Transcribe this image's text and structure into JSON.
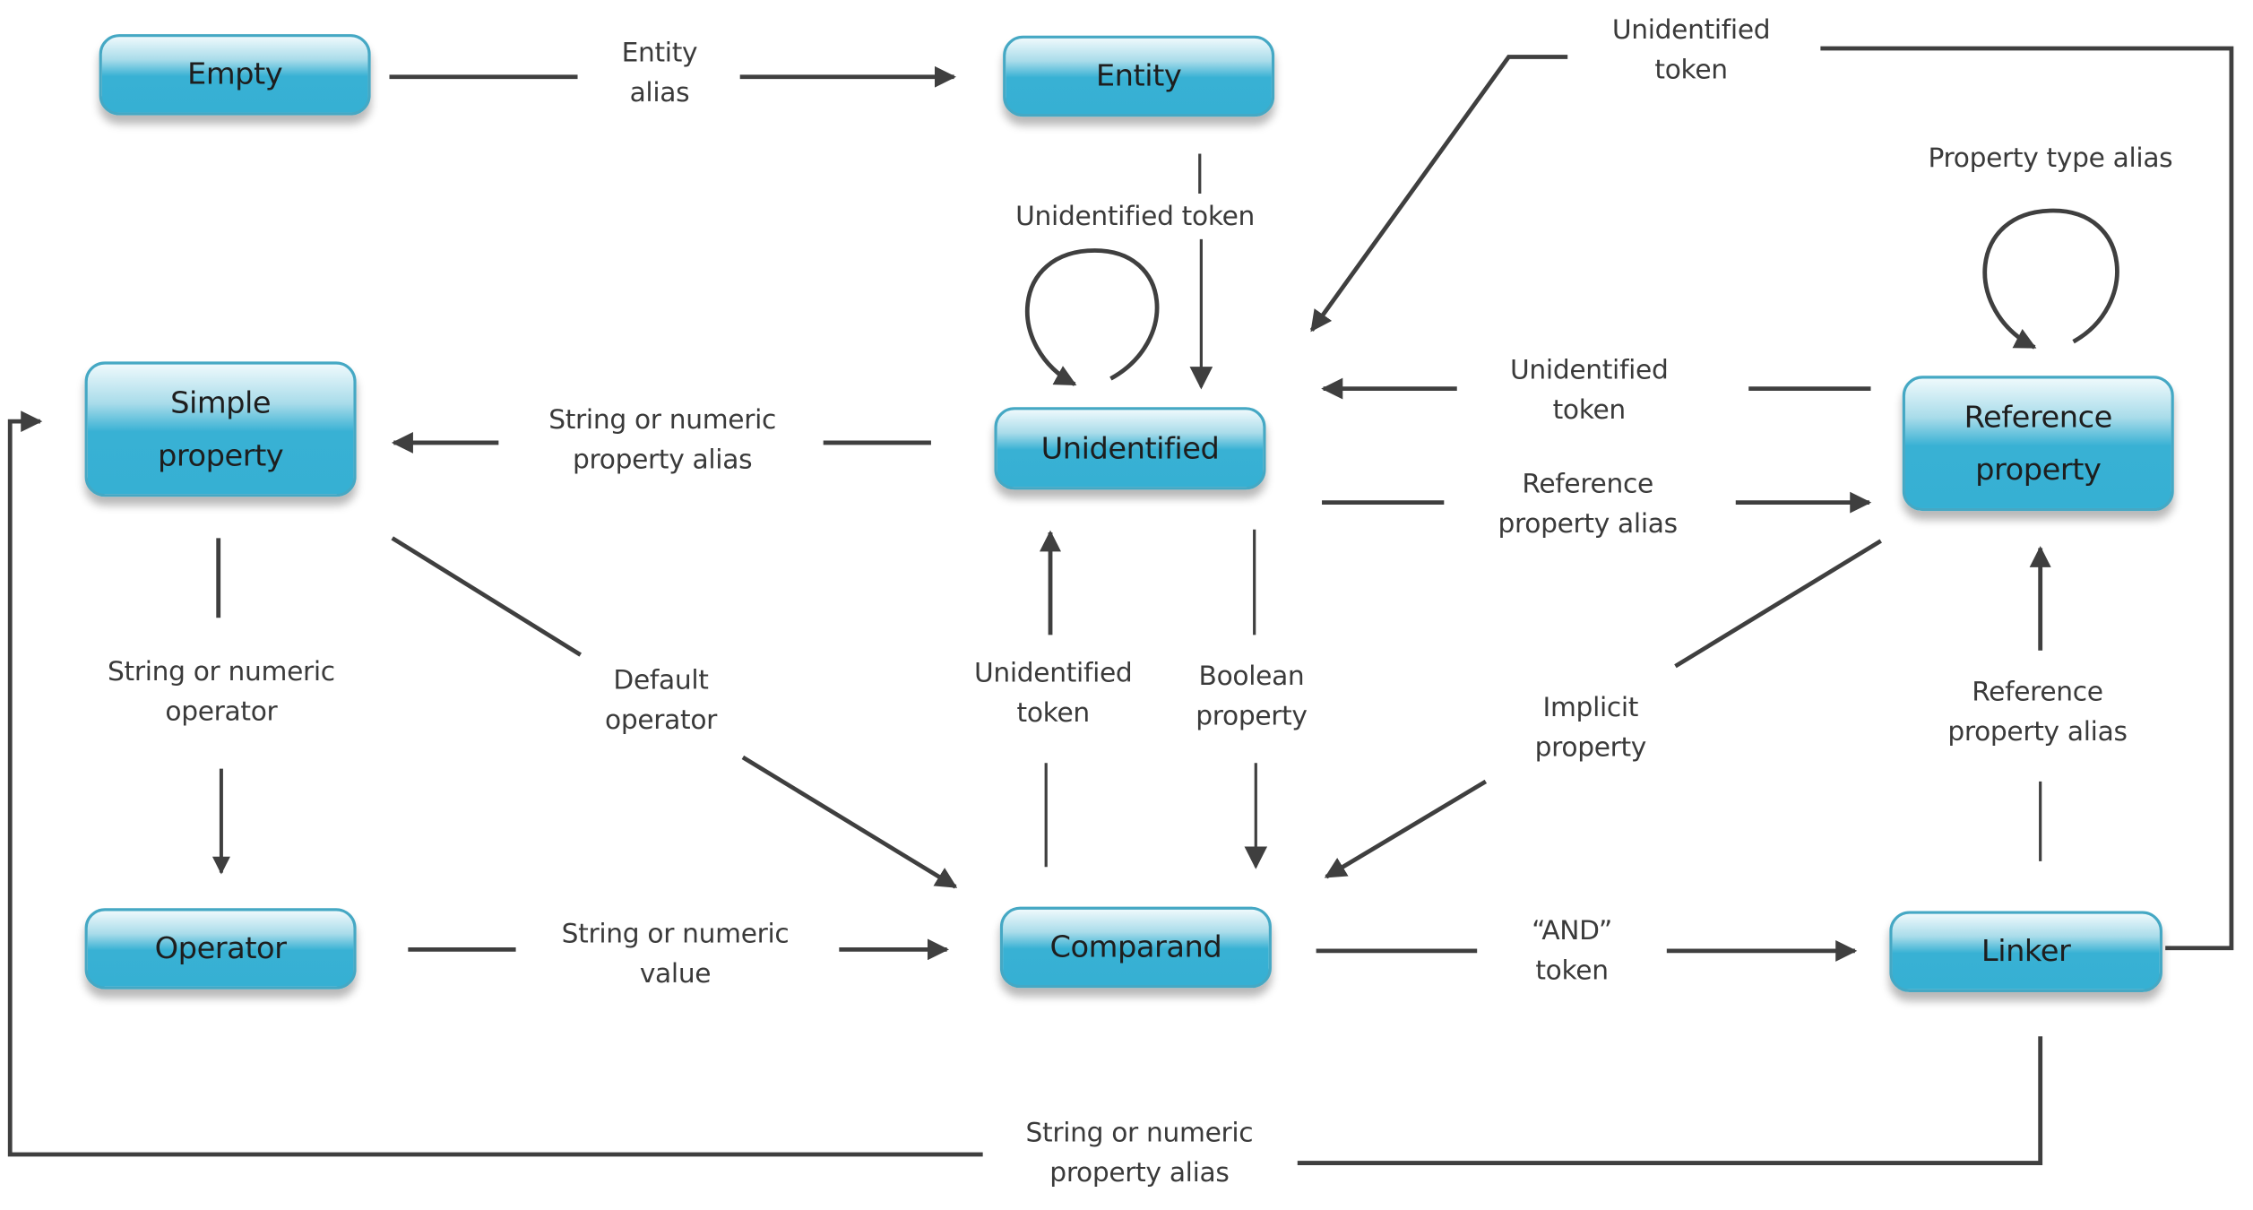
{
  "diagram": {
    "type": "state-transition",
    "colors": {
      "node_fill": "#36b0d3",
      "node_border": "#45a8c4",
      "edge": "#3f3f3f",
      "text": "#3a3a3a"
    },
    "nodes": {
      "empty": "Empty",
      "entity": "Entity",
      "simple_property": "Simple\nproperty",
      "unidentified": "Unidentified",
      "reference_property": "Reference\nproperty",
      "operator": "Operator",
      "comparand": "Comparand",
      "linker": "Linker"
    },
    "edge_labels": {
      "empty_to_entity": "Entity\nalias",
      "entity_to_unidentified": "Unidentified token",
      "unidentified_self": "",
      "linker_to_unidentified": "Unidentified\ntoken",
      "refprop_self": "Property type alias",
      "unidentified_to_simple": "String or numeric\nproperty alias",
      "refprop_to_unidentified": "Unidentified\ntoken",
      "unidentified_to_refprop": "Reference\nproperty alias",
      "simple_to_operator": "String or numeric\noperator",
      "simple_to_comparand": "Default\noperator",
      "comparand_to_unidentified": "Unidentified\ntoken",
      "unidentified_to_comparand": "Boolean\nproperty",
      "refprop_to_comparand": "Implicit\nproperty",
      "linker_to_refprop": "Reference\nproperty alias",
      "operator_to_comparand": "String or numeric\nvalue",
      "comparand_to_linker": "“AND”\ntoken",
      "linker_to_simple": "String or numeric\nproperty alias"
    },
    "transitions": [
      {
        "from": "Empty",
        "to": "Entity",
        "label": "Entity alias"
      },
      {
        "from": "Entity",
        "to": "Unidentified",
        "label": "Unidentified token"
      },
      {
        "from": "Unidentified",
        "to": "Unidentified",
        "label": "Unidentified token (self-loop)"
      },
      {
        "from": "Linker",
        "to": "Unidentified",
        "label": "Unidentified token"
      },
      {
        "from": "Reference property",
        "to": "Reference property",
        "label": "Property type alias"
      },
      {
        "from": "Unidentified",
        "to": "Simple property",
        "label": "String or numeric property alias"
      },
      {
        "from": "Reference property",
        "to": "Unidentified",
        "label": "Unidentified token"
      },
      {
        "from": "Unidentified",
        "to": "Reference property",
        "label": "Reference property alias"
      },
      {
        "from": "Simple property",
        "to": "Operator",
        "label": "String or numeric operator"
      },
      {
        "from": "Simple property",
        "to": "Comparand",
        "label": "Default operator"
      },
      {
        "from": "Comparand",
        "to": "Unidentified",
        "label": "Unidentified token"
      },
      {
        "from": "Unidentified",
        "to": "Comparand",
        "label": "Boolean property"
      },
      {
        "from": "Reference property",
        "to": "Comparand",
        "label": "Implicit property"
      },
      {
        "from": "Linker",
        "to": "Reference property",
        "label": "Reference property alias"
      },
      {
        "from": "Operator",
        "to": "Comparand",
        "label": "String or numeric value"
      },
      {
        "from": "Comparand",
        "to": "Linker",
        "label": "“AND” token"
      },
      {
        "from": "Linker",
        "to": "Simple property",
        "label": "String or numeric property alias"
      }
    ]
  }
}
